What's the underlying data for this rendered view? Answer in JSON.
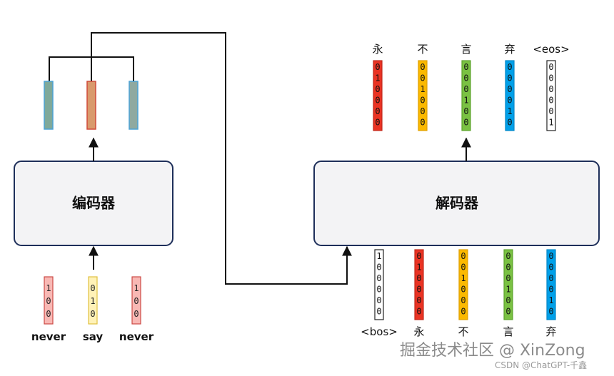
{
  "encoder": {
    "label": "编码器",
    "inputs": [
      {
        "word": "never",
        "bits": [
          "1",
          "0",
          "0"
        ],
        "fill": "#f8b8b4",
        "stroke": "#cc4b45"
      },
      {
        "word": "say",
        "bits": [
          "0",
          "1",
          "0"
        ],
        "fill": "#fff2b8",
        "stroke": "#e0c040"
      },
      {
        "word": "never",
        "bits": [
          "1",
          "0",
          "0"
        ],
        "fill": "#f8b8b4",
        "stroke": "#cc4b45"
      }
    ],
    "hidden_states": [
      {
        "fill": "#7fa99a",
        "stroke": "#4ba3d6"
      },
      {
        "fill": "#d99a6c",
        "stroke": "#d04a3a"
      },
      {
        "fill": "#8fa9a0",
        "stroke": "#4ba3d6"
      }
    ]
  },
  "decoder": {
    "label": "解码器",
    "inputs": [
      {
        "word": "<bos>",
        "bits": [
          "1",
          "0",
          "0",
          "0",
          "0",
          "0"
        ],
        "fill": "#ffffff",
        "stroke": "#222222",
        "text": "#111111"
      },
      {
        "word": "永",
        "bits": [
          "0",
          "1",
          "0",
          "0",
          "0",
          "0"
        ],
        "fill": "#ea3323",
        "stroke": "#c0281a",
        "text": "#111111"
      },
      {
        "word": "不",
        "bits": [
          "0",
          "0",
          "1",
          "0",
          "0",
          "0"
        ],
        "fill": "#fbb900",
        "stroke": "#e0a000",
        "text": "#111111"
      },
      {
        "word": "言",
        "bits": [
          "0",
          "0",
          "0",
          "1",
          "0",
          "0"
        ],
        "fill": "#7ac143",
        "stroke": "#5ea32e",
        "text": "#111111"
      },
      {
        "word": "弃",
        "bits": [
          "0",
          "0",
          "0",
          "0",
          "1",
          "0"
        ],
        "fill": "#00a0e9",
        "stroke": "#0086c6",
        "text": "#111111"
      }
    ],
    "outputs": [
      {
        "word": "永",
        "bits": [
          "0",
          "1",
          "0",
          "0",
          "0",
          "0"
        ],
        "fill": "#ea3323",
        "stroke": "#c0281a",
        "text": "#111111"
      },
      {
        "word": "不",
        "bits": [
          "0",
          "0",
          "1",
          "0",
          "0",
          "0"
        ],
        "fill": "#fbb900",
        "stroke": "#e0a000",
        "text": "#111111"
      },
      {
        "word": "言",
        "bits": [
          "0",
          "0",
          "0",
          "1",
          "0",
          "0"
        ],
        "fill": "#7ac143",
        "stroke": "#5ea32e",
        "text": "#111111"
      },
      {
        "word": "弃",
        "bits": [
          "0",
          "0",
          "0",
          "0",
          "1",
          "0"
        ],
        "fill": "#00a0e9",
        "stroke": "#0086c6",
        "text": "#111111"
      },
      {
        "word": "<eos>",
        "bits": [
          "0",
          "0",
          "0",
          "0",
          "0",
          "1"
        ],
        "fill": "#ffffff",
        "stroke": "#222222",
        "text": "#111111"
      }
    ]
  },
  "watermark": {
    "main": "掘金技术社区 @ XinZong",
    "sub": "CSDN @ChatGPT-千鑫"
  },
  "colors": {
    "box_fill": "#f3f3f5",
    "box_stroke": "#1e2f5a",
    "line": "#111111"
  }
}
